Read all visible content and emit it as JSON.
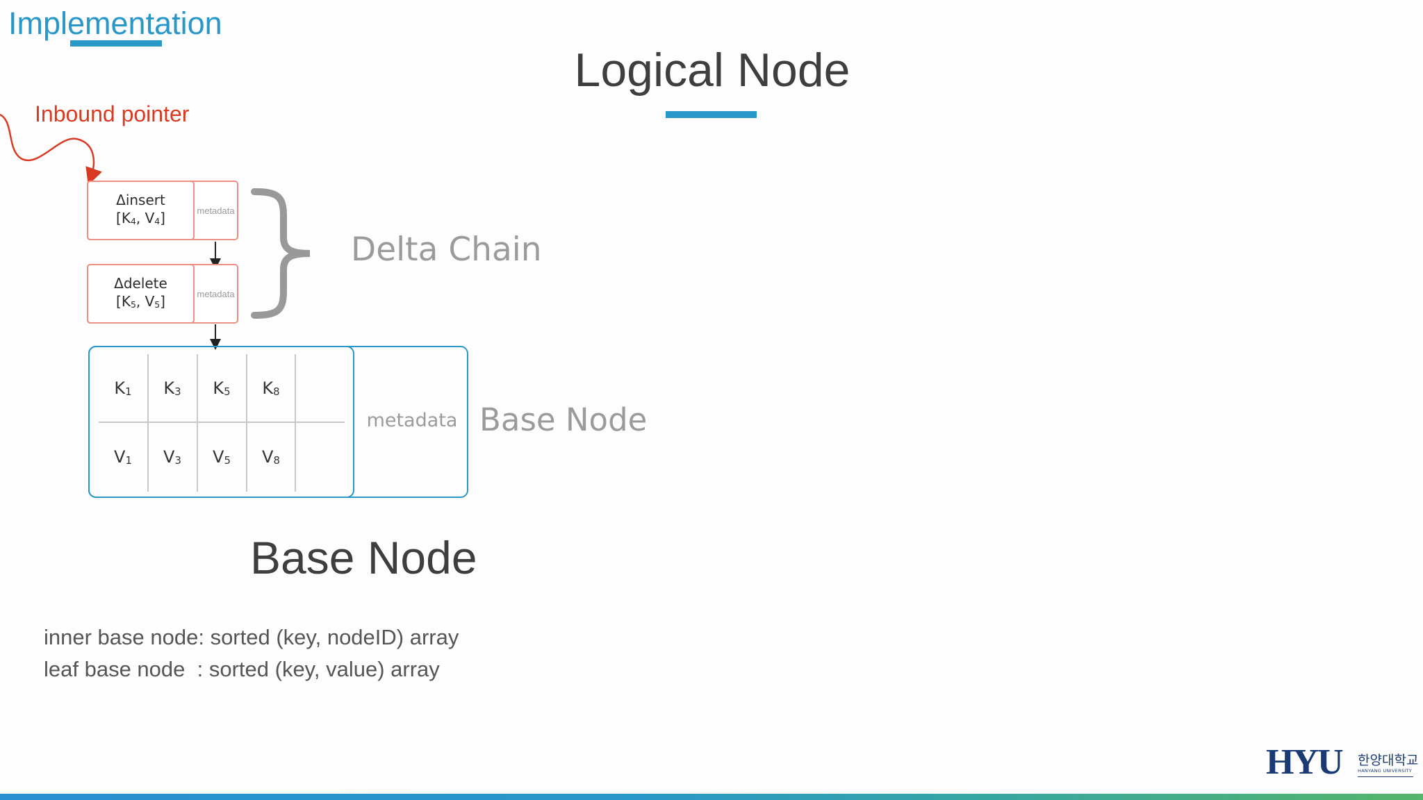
{
  "slide": {
    "section_title": "Implementation",
    "main_title": "Logical Node",
    "inbound_label": "Inbound pointer",
    "delta_chain_label": "Delta Chain",
    "delta_nodes": [
      {
        "op": "Δinsert",
        "key": "K",
        "key_sub": "4",
        "val": "V",
        "val_sub": "4",
        "meta": "metadata"
      },
      {
        "op": "Δdelete",
        "key": "K",
        "key_sub": "5",
        "val": "V",
        "val_sub": "5",
        "meta": "metadata"
      }
    ],
    "base_node": {
      "keys": [
        {
          "k": "K",
          "s": "1"
        },
        {
          "k": "K",
          "s": "3"
        },
        {
          "k": "K",
          "s": "5"
        },
        {
          "k": "K",
          "s": "8"
        }
      ],
      "values": [
        {
          "k": "V",
          "s": "1"
        },
        {
          "k": "V",
          "s": "3"
        },
        {
          "k": "V",
          "s": "5"
        },
        {
          "k": "V",
          "s": "8"
        }
      ],
      "meta": "metadata",
      "label": "Base Node"
    },
    "base_node_heading": "Base Node",
    "descriptions": [
      "inner base node: sorted (key, nodeID) array",
      "leaf base node  : sorted (key, value) array"
    ],
    "logo": {
      "mark": "HYU",
      "korean": "한양대학교",
      "english": "HANYANG UNIVERSITY"
    }
  },
  "colors": {
    "accent": "#2a97c9",
    "delta_border": "#ef8f82",
    "pointer": "#d93a22",
    "muted": "#9b9b9b",
    "logo": "#1a3a73"
  }
}
